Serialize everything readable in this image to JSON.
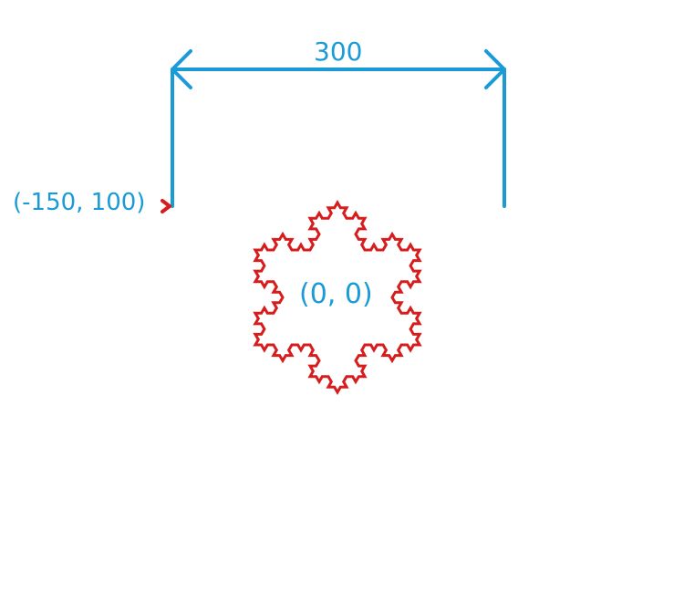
{
  "diagram": {
    "width_label": "300",
    "corner_label": "(-150, 100)",
    "origin_label": "(0, 0)",
    "fractal": {
      "shape": "koch-snowflake",
      "iterations": 3
    },
    "colors": {
      "annotation": "#1a9bd7",
      "fractal": "#d61c1c",
      "background": "#ffffff"
    }
  }
}
